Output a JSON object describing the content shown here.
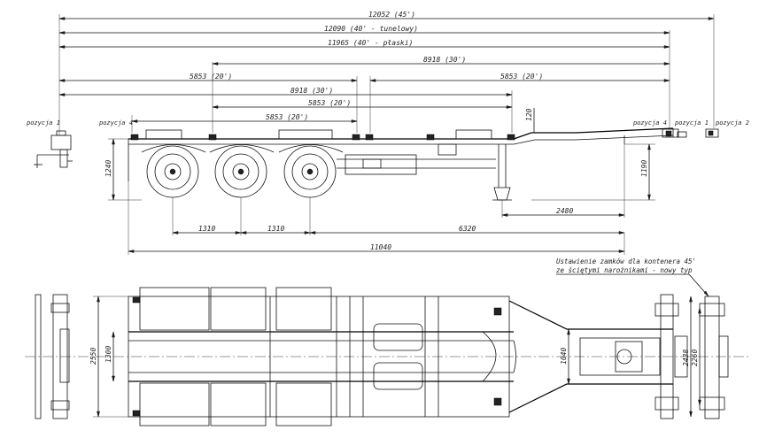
{
  "side_view": {
    "dim_top": [
      "12052 (45')",
      "12090 (40' - tunelowy)",
      "11965 (40' - płaski)",
      "8918 (30')",
      "5853 (20')",
      "5853 (20')",
      "8918 (30')",
      "5853 (20')",
      "5853 (20')"
    ],
    "positions": {
      "p1_left": "pozycja 1",
      "p4_left": "pozycja 4",
      "p4_right": "pozycja 4",
      "p1_right": "pozycja 1",
      "p2_right": "pozycja 2"
    },
    "vertical_dims": {
      "height_left": "1240",
      "deck_step": "120",
      "height_right": "1190"
    },
    "bottom_dims": {
      "d1310": "1310",
      "d1310b": "1310",
      "d6320": "6320",
      "d2480": "2480",
      "d11040": "11040"
    }
  },
  "plan_view": {
    "note_line1": "Ustawienie zamków dla kontenera 45'",
    "note_line2": "ze ściętymi narożnikami - nowy typ",
    "dims": {
      "w2550": "2550",
      "w1300": "1300",
      "w1040": "1040",
      "w2438": "2438",
      "w2260": "2260"
    }
  }
}
